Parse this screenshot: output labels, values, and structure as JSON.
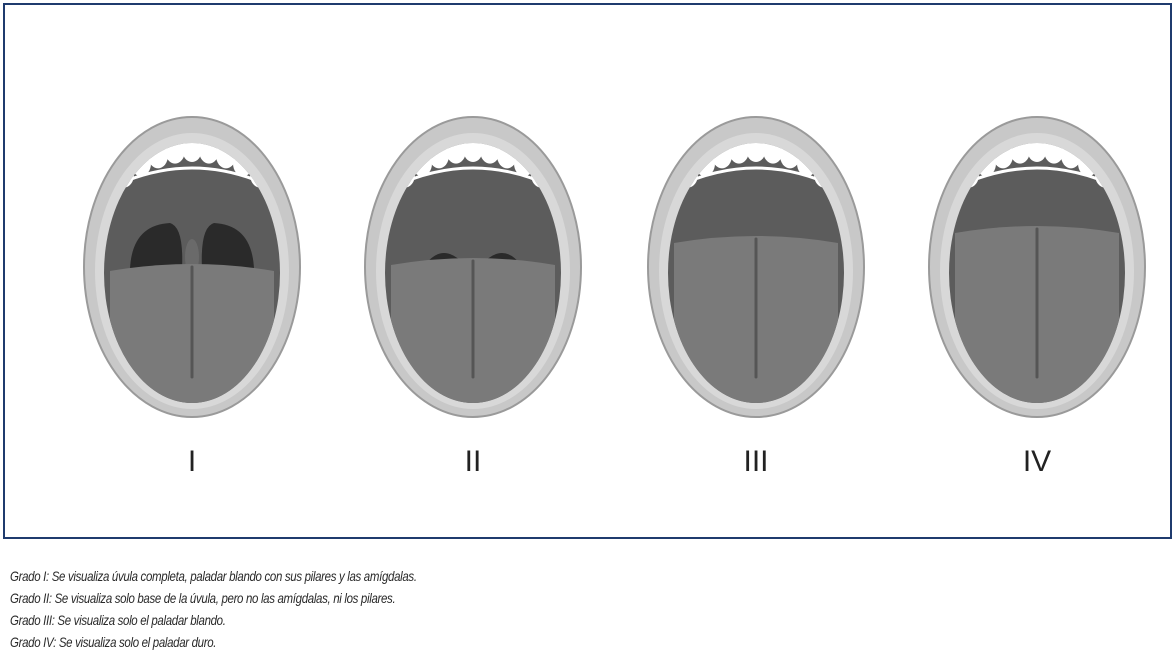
{
  "figure": {
    "grades": [
      {
        "numeral": "I",
        "pharynx_visibility": "uvula-tonsils-pillars"
      },
      {
        "numeral": "II",
        "pharynx_visibility": "uvula-base"
      },
      {
        "numeral": "III",
        "pharynx_visibility": "soft-palate"
      },
      {
        "numeral": "IV",
        "pharynx_visibility": "hard-palate"
      }
    ],
    "colors": {
      "frame_border": "#1f3b6e",
      "lips": "#c8c8c8",
      "lip_edge": "#9a9a9a",
      "teeth": "#ffffff",
      "palate": "#5c5c5c",
      "pharynx": "#2a2a2a",
      "tongue": "#7a7a7a"
    }
  },
  "captions": [
    "Grado I: Se  visualiza úvula completa, paladar blando con sus pilares y las amígdalas.",
    "Grado II: Se  visualiza solo base de la úvula, pero no las amígdalas, ni los pilares.",
    "Grado III: Se visualiza solo el paladar blando.",
    "Grado IV: Se visualiza solo el paladar duro."
  ]
}
